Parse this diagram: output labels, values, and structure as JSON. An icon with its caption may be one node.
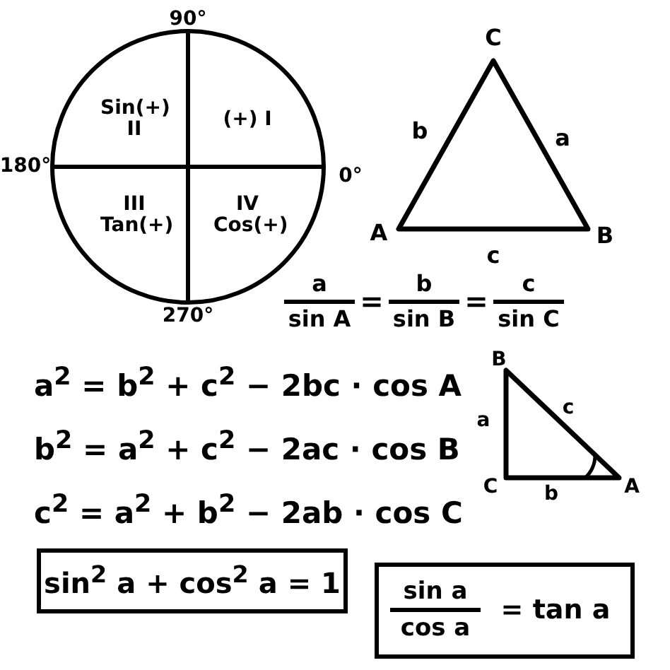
{
  "diagram": {
    "nodes": [
      {
        "text": [
          "Sin(+) II",
          "(+) I",
          "III Tan(+)",
          "IV Cos(+)"
        ],
        "beside": [
          "90°",
          "180°",
          "0°",
          "270°"
        ]
      },
      {
        "text": [],
        "shape": "triangle",
        "beside": [
          "C",
          "b",
          "a",
          "A",
          "B",
          "c"
        ]
      },
      {
        "text": [],
        "shape": "triangle",
        "beside": [
          "B",
          "a",
          "c",
          "C",
          "b",
          "A"
        ]
      },
      {
        "text": [
          "sin$^{2}$ a + cos$^{2}$ a = 1"
        ]
      },
      {
        "text": [
          "sin a",
          "cos a",
          "= tan a"
        ]
      }
    ],
    "edges": [],
    "labels": [
      "a",
      "sin A",
      "=",
      "b",
      "sin B",
      "=",
      "c",
      "sin C",
      "a$^{2}$ = b$^{2}$ + c$^{2}$ − 2bc · cos A",
      "b$^{2}$ = a$^{2}$ + c$^{2}$ − 2ac · cos B",
      "c$^{2}$ = a$^{2}$ + b$^{2}$ − 2ab · cos C"
    ]
  }
}
